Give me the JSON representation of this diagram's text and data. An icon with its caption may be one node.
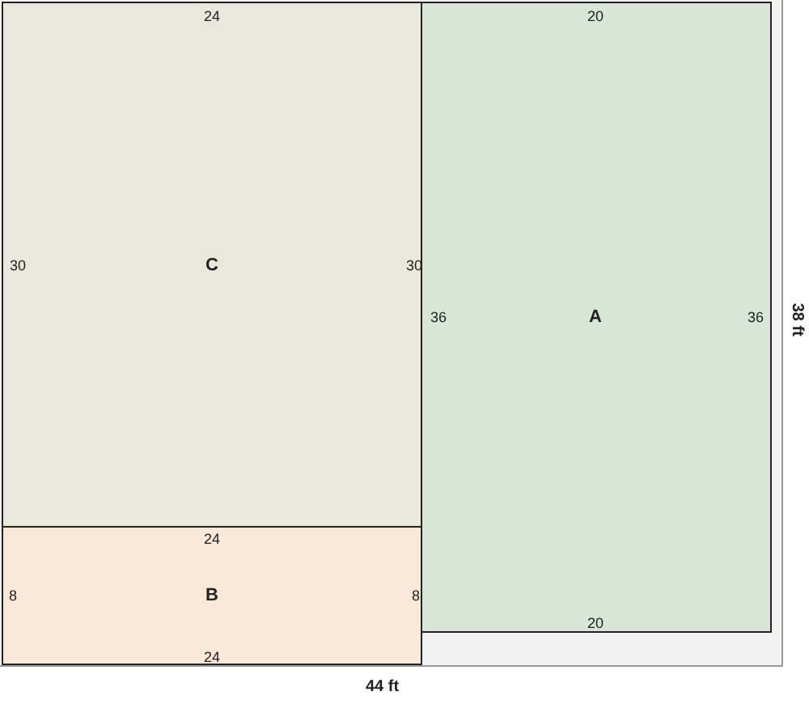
{
  "diagram": {
    "nodes": [
      {
        "text": [
          "C",
          "24",
          "30",
          "30"
        ]
      },
      {
        "text": [
          "A",
          "20",
          "36",
          "36",
          "20"
        ]
      },
      {
        "text": [
          "B",
          "24",
          "8",
          "8",
          "24"
        ]
      }
    ],
    "labels": [
      "38 ft",
      "44 ft"
    ]
  }
}
